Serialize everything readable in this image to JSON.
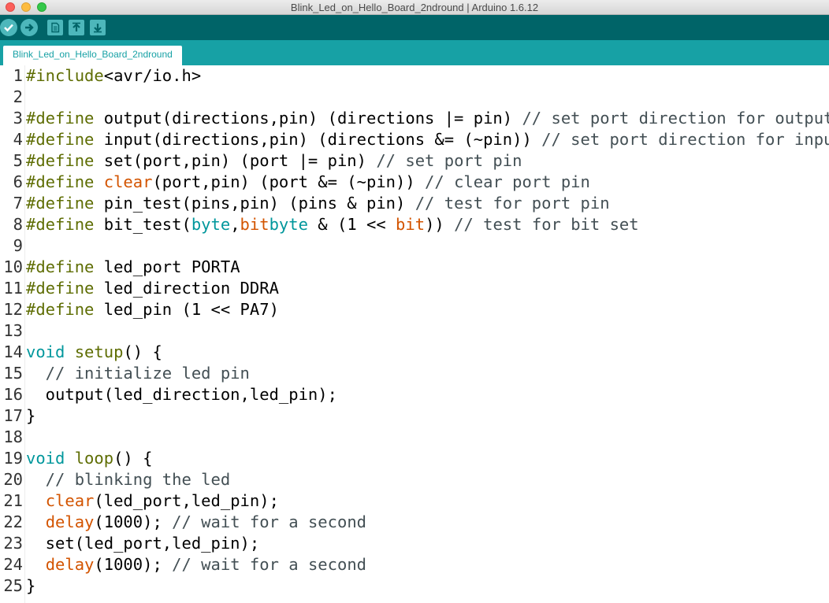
{
  "window": {
    "title": "Blink_Led_on_Hello_Board_2ndround | Arduino 1.6.12"
  },
  "toolbar": {
    "buttons": [
      {
        "name": "verify-button",
        "icon": "check-icon"
      },
      {
        "name": "upload-button",
        "icon": "arrow-right-icon"
      },
      {
        "name": "new-button",
        "icon": "document-icon"
      },
      {
        "name": "open-button",
        "icon": "arrow-up-icon"
      },
      {
        "name": "save-button",
        "icon": "arrow-down-icon"
      }
    ]
  },
  "tabs": [
    {
      "label": "Blink_Led_on_Hello_Board_2ndround",
      "active": true
    }
  ],
  "colors": {
    "toolbar": "#006468",
    "tabbar": "#17a1a5",
    "button": "#4db7bb",
    "keyword": "#5e6d03",
    "function": "#d35400",
    "type": "#00979c",
    "comment": "#434f54"
  },
  "code": [
    [
      [
        "kw",
        "#include"
      ],
      [
        "",
        "<avr/io.h>"
      ]
    ],
    [],
    [
      [
        "kw",
        "#define"
      ],
      [
        "",
        " output(directions,pin) (directions |= pin) "
      ],
      [
        "cm",
        "// set port direction for output"
      ]
    ],
    [
      [
        "kw",
        "#define"
      ],
      [
        "",
        " input(directions,pin) (directions &= (~pin)) "
      ],
      [
        "cm",
        "// set port direction for input"
      ]
    ],
    [
      [
        "kw",
        "#define"
      ],
      [
        "",
        " set(port,pin) (port |= pin) "
      ],
      [
        "cm",
        "// set port pin"
      ]
    ],
    [
      [
        "kw",
        "#define"
      ],
      [
        "",
        " "
      ],
      [
        "fn",
        "clear"
      ],
      [
        "",
        "(port,pin) (port &= (~pin)) "
      ],
      [
        "cm",
        "// clear port pin"
      ]
    ],
    [
      [
        "kw",
        "#define"
      ],
      [
        "",
        " pin_test(pins,pin) (pins & pin) "
      ],
      [
        "cm",
        "// test for port pin"
      ]
    ],
    [
      [
        "kw",
        "#define"
      ],
      [
        "",
        " bit_test("
      ],
      [
        "ty",
        "byte"
      ],
      [
        "",
        ","
      ],
      [
        "fn",
        "bit"
      ],
      [
        ") ("
      ],
      [
        "ty",
        "byte"
      ],
      [
        "",
        " & (1 << "
      ],
      [
        "fn",
        "bit"
      ],
      [
        "",
        "))"
      ],
      [
        "",
        " "
      ],
      [
        "cm",
        "// test for bit set"
      ]
    ],
    [],
    [
      [
        "kw",
        "#define"
      ],
      [
        "",
        " led_port PORTA"
      ]
    ],
    [
      [
        "kw",
        "#define"
      ],
      [
        "",
        " led_direction DDRA"
      ]
    ],
    [
      [
        "kw",
        "#define"
      ],
      [
        "",
        " led_pin (1 << PA7)"
      ]
    ],
    [],
    [
      [
        "ty",
        "void"
      ],
      [
        "",
        " "
      ],
      [
        "kw",
        "setup"
      ],
      [
        "",
        "() {"
      ]
    ],
    [
      [
        "cm",
        "  // initialize led pin"
      ]
    ],
    [
      [
        "",
        "  output(led_direction,led_pin);"
      ]
    ],
    [
      [
        "",
        "}"
      ]
    ],
    [],
    [
      [
        "ty",
        "void"
      ],
      [
        "",
        " "
      ],
      [
        "kw",
        "loop"
      ],
      [
        "",
        "() {"
      ]
    ],
    [
      [
        "cm",
        "  // blinking the led"
      ]
    ],
    [
      [
        "",
        "  "
      ],
      [
        "fn",
        "clear"
      ],
      [
        "",
        "(led_port,led_pin);"
      ]
    ],
    [
      [
        "",
        "  "
      ],
      [
        "fn",
        "delay"
      ],
      [
        "",
        "(1000); "
      ],
      [
        "cm",
        "// wait for a second"
      ]
    ],
    [
      [
        "",
        "  set(led_port,led_pin);"
      ]
    ],
    [
      [
        "",
        "  "
      ],
      [
        "fn",
        "delay"
      ],
      [
        "",
        "(1000); "
      ],
      [
        "cm",
        "// wait for a second"
      ]
    ],
    [
      [
        "",
        "}"
      ]
    ]
  ]
}
